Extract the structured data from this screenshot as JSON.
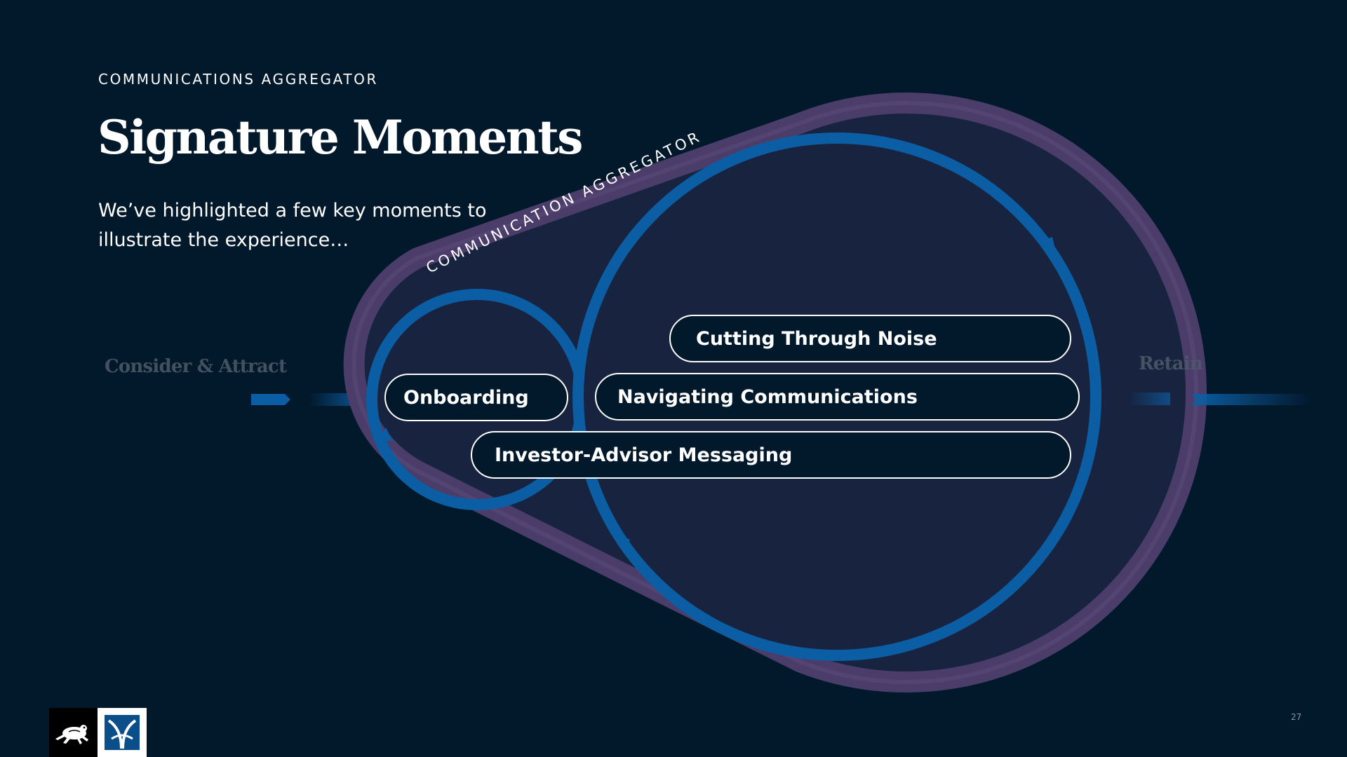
{
  "header": {
    "eyebrow": "COMMUNICATIONS AGGREGATOR",
    "title": "Signature Moments",
    "subtitle": "We’ve highlighted a few key moments to illustrate the experience…"
  },
  "diagram": {
    "ring_label": "COMMUNICATION AGGREGATOR",
    "stages": {
      "left": "Consider & Attract",
      "right": "Retain"
    },
    "moments": [
      {
        "id": "cutting-through-noise",
        "label": "Cutting Through Noise"
      },
      {
        "id": "onboarding",
        "label": "Onboarding"
      },
      {
        "id": "navigating-communications",
        "label": "Navigating Communications"
      },
      {
        "id": "investor-advisor-messaging",
        "label": "Investor-Advisor Messaging"
      }
    ]
  },
  "colors": {
    "background": "#02182b",
    "outer_band": "#4a3d6a",
    "inner_fill": "#17233f",
    "loop_blue": "#0b5ea3",
    "text": "#ffffff",
    "muted_stage": "#4e5b69"
  },
  "footer": {
    "page_number": "27",
    "logos": [
      "frog-logo",
      "crest-logo"
    ]
  }
}
